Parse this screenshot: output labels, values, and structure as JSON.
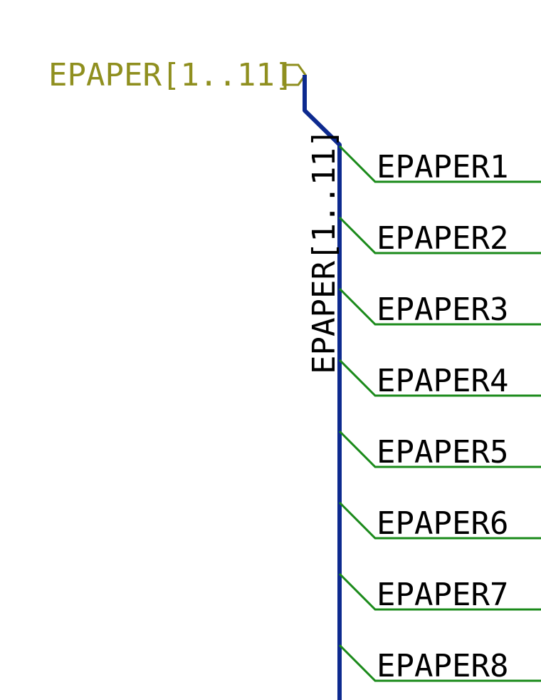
{
  "schematic": {
    "global_label": {
      "text": "EPAPER[1..11]",
      "color": "#8f8f1f"
    },
    "bus_label": {
      "text": "EPAPER[1..11]",
      "color": "#000000"
    },
    "bus_color": "#0d2a8f",
    "wire_color": "#1a8a1a",
    "net_label_color": "#000000",
    "net_labels": [
      "EPAPER1",
      "EPAPER2",
      "EPAPER3",
      "EPAPER4",
      "EPAPER5",
      "EPAPER6",
      "EPAPER7",
      "EPAPER8"
    ]
  }
}
